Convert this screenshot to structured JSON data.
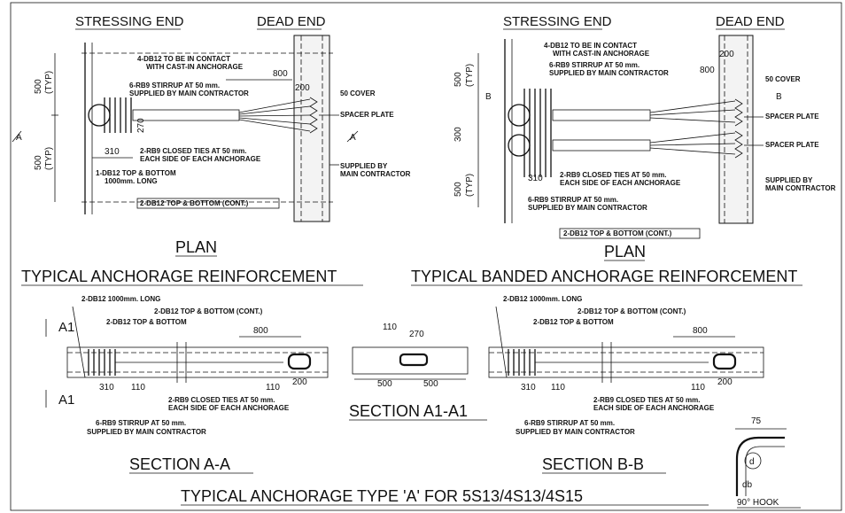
{
  "drawing": {
    "plan_left": {
      "stressing_end": "STRESSING END",
      "dead_end": "DEAD END",
      "notes": [
        "4-DB12 TO BE IN CONTACT",
        "WITH CAST-IN ANCHORAGE",
        "6-RB9 STIRRUP AT 50 mm.",
        "SUPPLIED BY MAIN CONTRACTOR",
        "2-RB9 CLOSED TIES AT 50 mm.",
        "EACH SIDE OF EACH ANCHORAGE",
        "1-DB12 TOP & BOTTOM",
        "1000mm. LONG",
        "2-DB12 TOP & BOTTOM (CONT.)",
        "50 COVER",
        "SPACER PLATE",
        "SUPPLIED BY",
        "MAIN CONTRACTOR"
      ],
      "dims": [
        "500",
        "(TYP)",
        "500",
        "(TYP)",
        "800",
        "200",
        "270",
        "310"
      ],
      "section_marks": [
        "A",
        "A"
      ],
      "label": "PLAN",
      "caption": "TYPICAL ANCHORAGE REINFORCEMENT"
    },
    "plan_right": {
      "stressing_end": "STRESSING END",
      "dead_end": "DEAD END",
      "notes": [
        "4-DB12 TO BE IN CONTACT",
        "WITH CAST-IN ANCHORAGE",
        "6-RB9 STIRRUP AT 50 mm.",
        "SUPPLIED BY MAIN CONTRACTOR",
        "2-RB9 CLOSED TIES AT 50 mm.",
        "EACH SIDE OF EACH ANCHORAGE",
        "6-RB9 STIRRUP AT 50 mm.",
        "SUPPLIED BY MAIN CONTRACTOR",
        "2-DB12 TOP & BOTTOM (CONT.)",
        "50 COVER",
        "SPACER PLATE",
        "SPACER PLATE",
        "SUPPLIED BY",
        "MAIN CONTRACTOR"
      ],
      "dims": [
        "500",
        "(TYP)",
        "300",
        "500",
        "(TYP)",
        "800",
        "200",
        "310"
      ],
      "section_marks": [
        "B",
        "B"
      ],
      "label": "PLAN",
      "caption": "TYPICAL BANDED ANCHORAGE REINFORCEMENT"
    },
    "section_aa": {
      "notes": [
        "2-DB12 1000mm. LONG",
        "2-DB12 TOP & BOTTOM (CONT.)",
        "2-DB12 TOP & BOTTOM",
        "2-RB9 CLOSED TIES AT 50 mm.",
        "EACH SIDE OF EACH ANCHORAGE",
        "6-RB9 STIRRUP AT 50 mm.",
        "SUPPLIED BY MAIN CONTRACTOR"
      ],
      "dims": [
        "800",
        "310",
        "110",
        "110",
        "200"
      ],
      "marks": [
        "A1",
        "A1"
      ],
      "label": "SECTION A-A"
    },
    "section_a1": {
      "dims": [
        "110",
        "270",
        "500",
        "500"
      ],
      "label": "SECTION A1-A1"
    },
    "section_bb": {
      "notes": [
        "2-DB12 1000mm. LONG",
        "2-DB12 TOP & BOTTOM (CONT.)",
        "2-DB12 TOP & BOTTOM",
        "2-RB9 CLOSED TIES AT 50 mm.",
        "EACH SIDE OF EACH ANCHORAGE",
        "6-RB9 STIRRUP AT 50 mm.",
        "SUPPLIED BY MAIN CONTRACTOR"
      ],
      "dims": [
        "800",
        "310",
        "110",
        "110",
        "200"
      ],
      "label": "SECTION B-B"
    },
    "hook": {
      "dim": "75",
      "bar": "d",
      "db": "db",
      "label": "90° HOOK"
    },
    "main_title": "TYPICAL ANCHORAGE TYPE 'A' FOR 5S13/4S13/4S15"
  }
}
